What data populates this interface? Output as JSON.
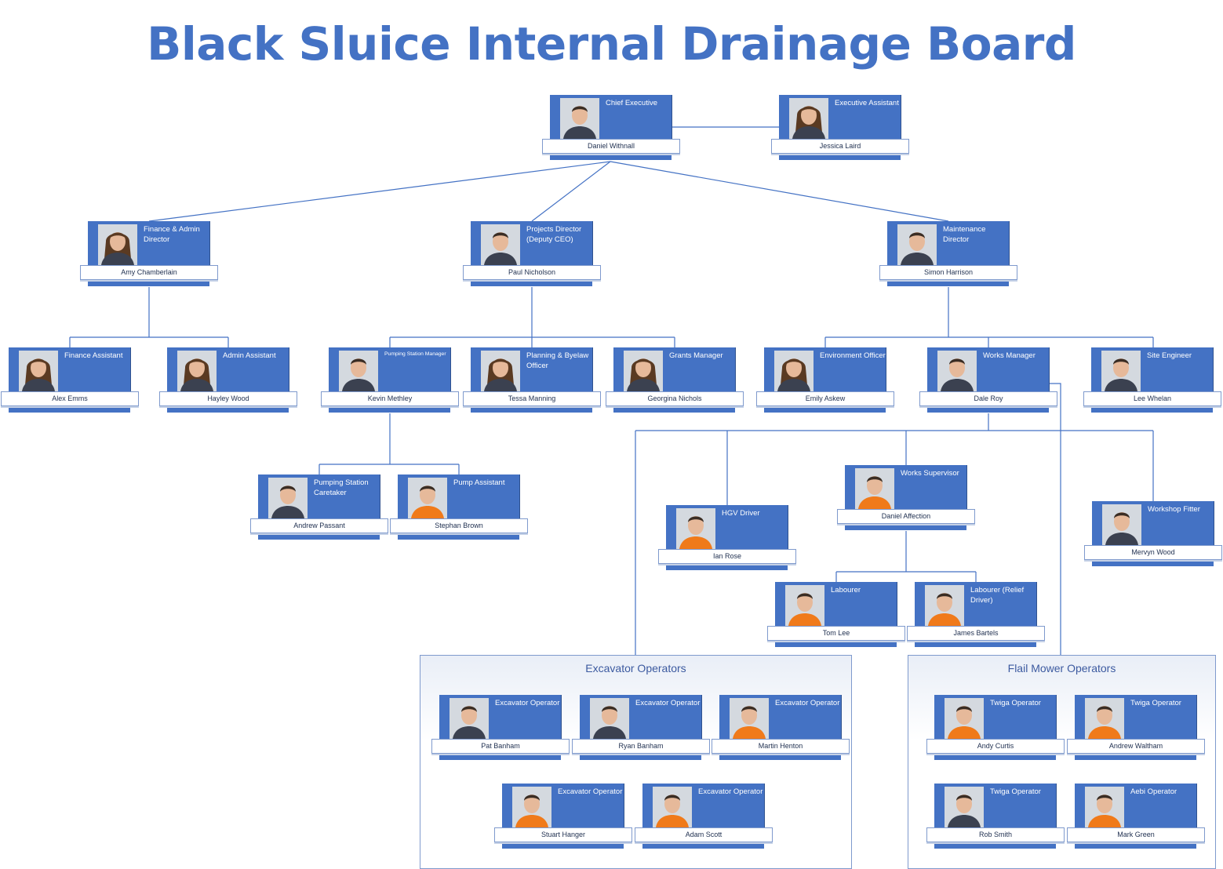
{
  "title": "Black Sluice Internal Drainage Board",
  "colors": {
    "accent": "#4472c4",
    "connector": "#4472c4",
    "title": "#4472c4"
  },
  "groups": {
    "excavator": {
      "title": "Excavator Operators"
    },
    "flail": {
      "title": "Flail Mower Operators"
    }
  },
  "cards": [
    {
      "id": "ceo",
      "role": "Chief Executive",
      "name": "Daniel Withnall",
      "photo": "portrait-dark-male"
    },
    {
      "id": "ea",
      "role": "Executive Assistant",
      "name": "Jessica Laird",
      "photo": "portrait-dark-female"
    },
    {
      "id": "finance_dir",
      "role": "Finance & Admin Director",
      "name": "Amy Chamberlain",
      "photo": "portrait-female"
    },
    {
      "id": "projects_dir",
      "role": "Projects Director (Deputy CEO)",
      "name": "Paul Nicholson",
      "photo": "portrait-male"
    },
    {
      "id": "maint_dir",
      "role": "Maintenance Director",
      "name": "Simon Harrison",
      "photo": "portrait-male"
    },
    {
      "id": "fin_asst",
      "role": "Finance Assistant",
      "name": "Alex Emms",
      "photo": "portrait-female"
    },
    {
      "id": "admin_asst",
      "role": "Admin Assistant",
      "name": "Hayley Wood",
      "photo": "portrait-female"
    },
    {
      "id": "ps_manager",
      "role": "Pumping Station Manager",
      "name": "Kevin Methley",
      "photo": "portrait-male"
    },
    {
      "id": "planning",
      "role": "Planning & Byelaw Officer",
      "name": "Tessa Manning",
      "photo": "portrait-female"
    },
    {
      "id": "grants",
      "role": "Grants Manager",
      "name": "Georgina Nichols",
      "photo": "portrait-female"
    },
    {
      "id": "env",
      "role": "Environment Officer",
      "name": "Emily Askew",
      "photo": "portrait-female"
    },
    {
      "id": "works_mgr",
      "role": "Works Manager",
      "name": "Dale Roy",
      "photo": "portrait-male"
    },
    {
      "id": "site_eng",
      "role": "Site Engineer",
      "name": "Lee Whelan",
      "photo": "portrait-male"
    },
    {
      "id": "ps_caretaker",
      "role": "Pumping Station Caretaker",
      "name": "Andrew Passant",
      "photo": "portrait-male"
    },
    {
      "id": "pump_asst",
      "role": "Pump Assistant",
      "name": "Stephan Brown",
      "photo": "portrait-hivis"
    },
    {
      "id": "works_sup",
      "role": "Works Supervisor",
      "name": "Daniel Affection",
      "photo": "portrait-hivis"
    },
    {
      "id": "hgv",
      "role": "HGV Driver",
      "name": "Ian Rose",
      "photo": "portrait-hivis"
    },
    {
      "id": "workshop",
      "role": "Workshop Fitter",
      "name": "Mervyn Wood",
      "photo": "portrait-male"
    },
    {
      "id": "labourer1",
      "role": "Labourer",
      "name": "Tom Lee",
      "photo": "portrait-hivis"
    },
    {
      "id": "labourer2",
      "role": "Labourer (Relief Driver)",
      "name": "James Bartels",
      "photo": "portrait-hivis"
    },
    {
      "id": "exc1",
      "role": "Excavator Operator",
      "name": "Pat Banham",
      "photo": "portrait-male"
    },
    {
      "id": "exc2",
      "role": "Excavator Operator",
      "name": "Ryan Banham",
      "photo": "portrait-male"
    },
    {
      "id": "exc3",
      "role": "Excavator Operator",
      "name": "Martin Henton",
      "photo": "portrait-hivis"
    },
    {
      "id": "exc4",
      "role": "Excavator Operator",
      "name": "Stuart Hanger",
      "photo": "portrait-hivis"
    },
    {
      "id": "exc5",
      "role": "Excavator Operator",
      "name": "Adam Scott",
      "photo": "portrait-hivis"
    },
    {
      "id": "twiga1",
      "role": "Twiga Operator",
      "name": "Andy Curtis",
      "photo": "portrait-hivis"
    },
    {
      "id": "twiga2",
      "role": "Twiga Operator",
      "name": "Andrew Waltham",
      "photo": "portrait-hivis"
    },
    {
      "id": "twiga3",
      "role": "Twiga Operator",
      "name": "Rob Smith",
      "photo": "portrait-male"
    },
    {
      "id": "aebi",
      "role": "Aebi Operator",
      "name": "Mark Green",
      "photo": "portrait-hivis"
    }
  ]
}
